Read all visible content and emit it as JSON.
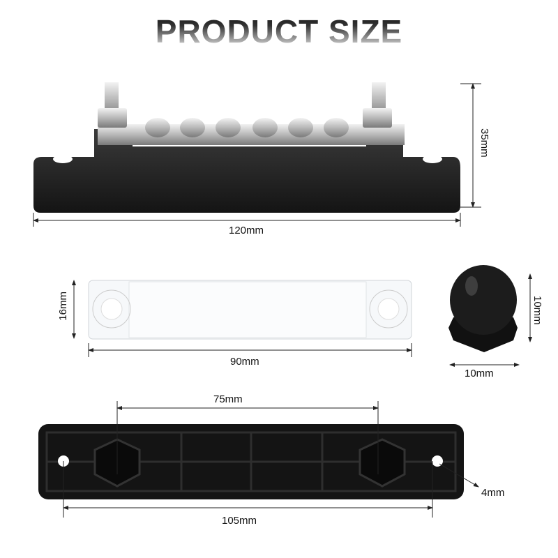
{
  "title": "PRODUCT SIZE",
  "views": {
    "busbar_side": {
      "width_label": "120mm",
      "height_label": "35mm",
      "studs": 2,
      "screws": 6
    },
    "cover": {
      "width_label": "90mm",
      "height_label": "16mm"
    },
    "cap_nut": {
      "width_label": "10mm",
      "height_label": "10mm"
    },
    "base_bottom": {
      "stud_spacing_label": "75mm",
      "mount_spacing_label": "105mm",
      "hole_label": "4mm"
    }
  },
  "colors": {
    "product_black": "#1c1c1c",
    "metal": "#c8c8c8",
    "dimension_line": "#222222"
  }
}
